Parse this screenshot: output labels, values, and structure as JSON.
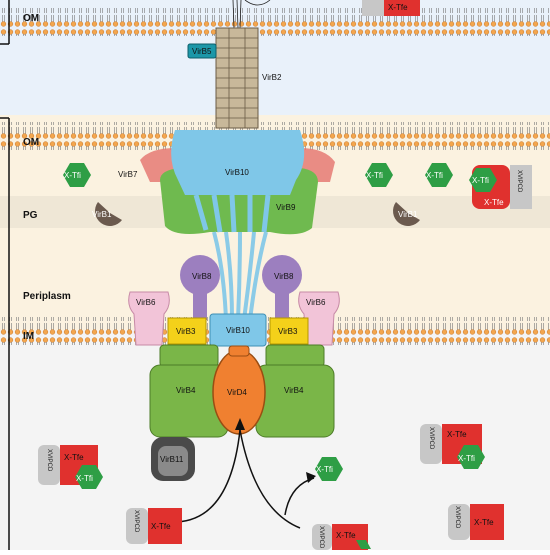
{
  "colors": {
    "outer_membrane": "#f3a64e",
    "periplasm_band": "#fbf2e0",
    "host_cytoplasm": "#e9f1fa",
    "pilus": "#c8b89a",
    "virB10_core": "#7fc7e8",
    "virB9": "#6fba4f",
    "virB7": "#e57a73",
    "virB1": "#6b5a4e",
    "virB8": "#9c7fbf",
    "virB6": "#f2c4d8",
    "virB3": "#f4d11a",
    "virB4": "#7ab648",
    "virD4": "#f08030",
    "virB11": "#4a4a4a",
    "effector_red": "#e0312e",
    "effector_green": "#2e9e45",
    "xvipcd_grey": "#c7c7c7"
  },
  "diagram": {
    "region_labels": {
      "host_om": "OM",
      "om": "OM",
      "pg": "PG",
      "periplasm": "Periplasm",
      "im": "IM"
    },
    "components": {
      "virB5": "VirB5",
      "virB2": "VirB2",
      "virB7": "VirB7",
      "virB10_core": "VirB10",
      "virB9": "VirB9",
      "virB1_left": "VirB1",
      "virB1_right": "VirB1",
      "virB8_left": "VirB8",
      "virB8_right": "VirB8",
      "virB6_left": "VirB6",
      "virB6_right": "VirB6",
      "virB3_left": "VirB3",
      "virB3_right": "VirB3",
      "virB10_im": "VirB10",
      "virB4_left": "VirB4",
      "virB4_right": "VirB4",
      "virD4": "VirD4",
      "virB11": "VirB11"
    },
    "effectors": {
      "xtfi": "X-Tfi",
      "xtfe": "X-Tfe",
      "xvipcd": "XVIPCD",
      "host_xtfe": "X-Tfe"
    }
  }
}
